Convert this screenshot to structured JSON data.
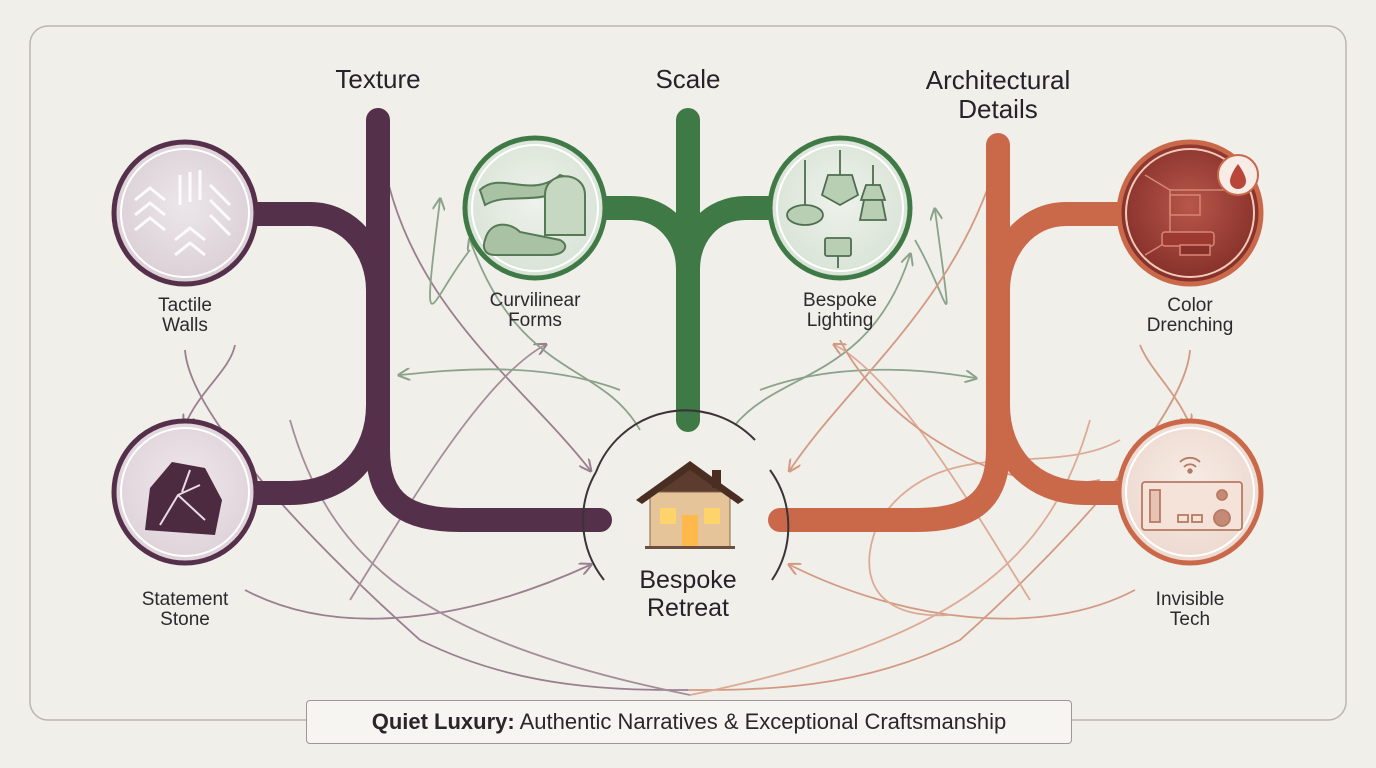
{
  "categories": {
    "texture": "Texture",
    "scale": "Scale",
    "architectural_details": "Architectural Details"
  },
  "items": {
    "tactile_walls": "Tactile Walls",
    "statement_stone": "Statement Stone",
    "curvilinear_forms": "Curvilinear Forms",
    "bespoke_lighting": "Bespoke Lighting",
    "color_drenching": "Color Drenching",
    "invisible_tech": "Invisible Tech"
  },
  "center": {
    "title": "Bespoke Retreat",
    "icon": "house-icon"
  },
  "banner": {
    "lead": "Quiet Luxury:",
    "rest": " Authentic Narratives & Exceptional Craftsmanship"
  },
  "colors": {
    "texture": "#55304a",
    "scale": "#3f7a46",
    "architectural": "#c9694a",
    "background": "#f1efea"
  },
  "icons": {
    "tactile_walls": "textured-wall-icon",
    "statement_stone": "stone-icon",
    "curvilinear_forms": "curved-furniture-icon",
    "bespoke_lighting": "pendant-lights-icon",
    "color_drenching": "painted-room-icon",
    "invisible_tech": "smart-panel-icon"
  }
}
